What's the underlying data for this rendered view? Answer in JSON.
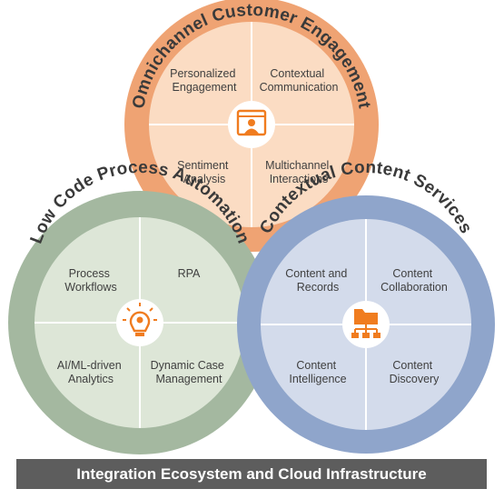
{
  "colors": {
    "orange_ring": "#efa373",
    "orange_fill": "#fbdcc3",
    "green_ring": "#a4b8a0",
    "green_fill": "#dde6d7",
    "blue_ring": "#8fa5cb",
    "blue_fill": "#d3dbeb",
    "icon_accent": "#f07c1f",
    "footer_bg": "#5d5d5d"
  },
  "circles": {
    "top": {
      "title": "Omnichannel Customer Engagement",
      "icon": "user-screen-icon",
      "quadrants": {
        "tl": [
          "Personalized",
          "Engagement"
        ],
        "tr": [
          "Contextual",
          "Communication"
        ],
        "bl": [
          "Sentiment",
          "Analysis"
        ],
        "br": [
          "Multichannel",
          "Interactions"
        ]
      }
    },
    "left": {
      "title": "Low Code Process Automation",
      "icon": "lightbulb-gear-icon",
      "quadrants": {
        "tl": [
          "Process",
          "Workflows"
        ],
        "tr": [
          "RPA"
        ],
        "bl": [
          "AI/ML-driven",
          "Analytics"
        ],
        "br": [
          "Dynamic Case",
          "Management"
        ]
      }
    },
    "right": {
      "title": "Contextual Content Services",
      "icon": "folder-hierarchy-icon",
      "quadrants": {
        "tl": [
          "Content and",
          "Records"
        ],
        "tr": [
          "Content",
          "Collaboration"
        ],
        "bl": [
          "Content",
          "Intelligence"
        ],
        "br": [
          "Content",
          "Discovery"
        ]
      }
    }
  },
  "footer": {
    "label": "Integration Ecosystem and Cloud Infrastructure"
  }
}
